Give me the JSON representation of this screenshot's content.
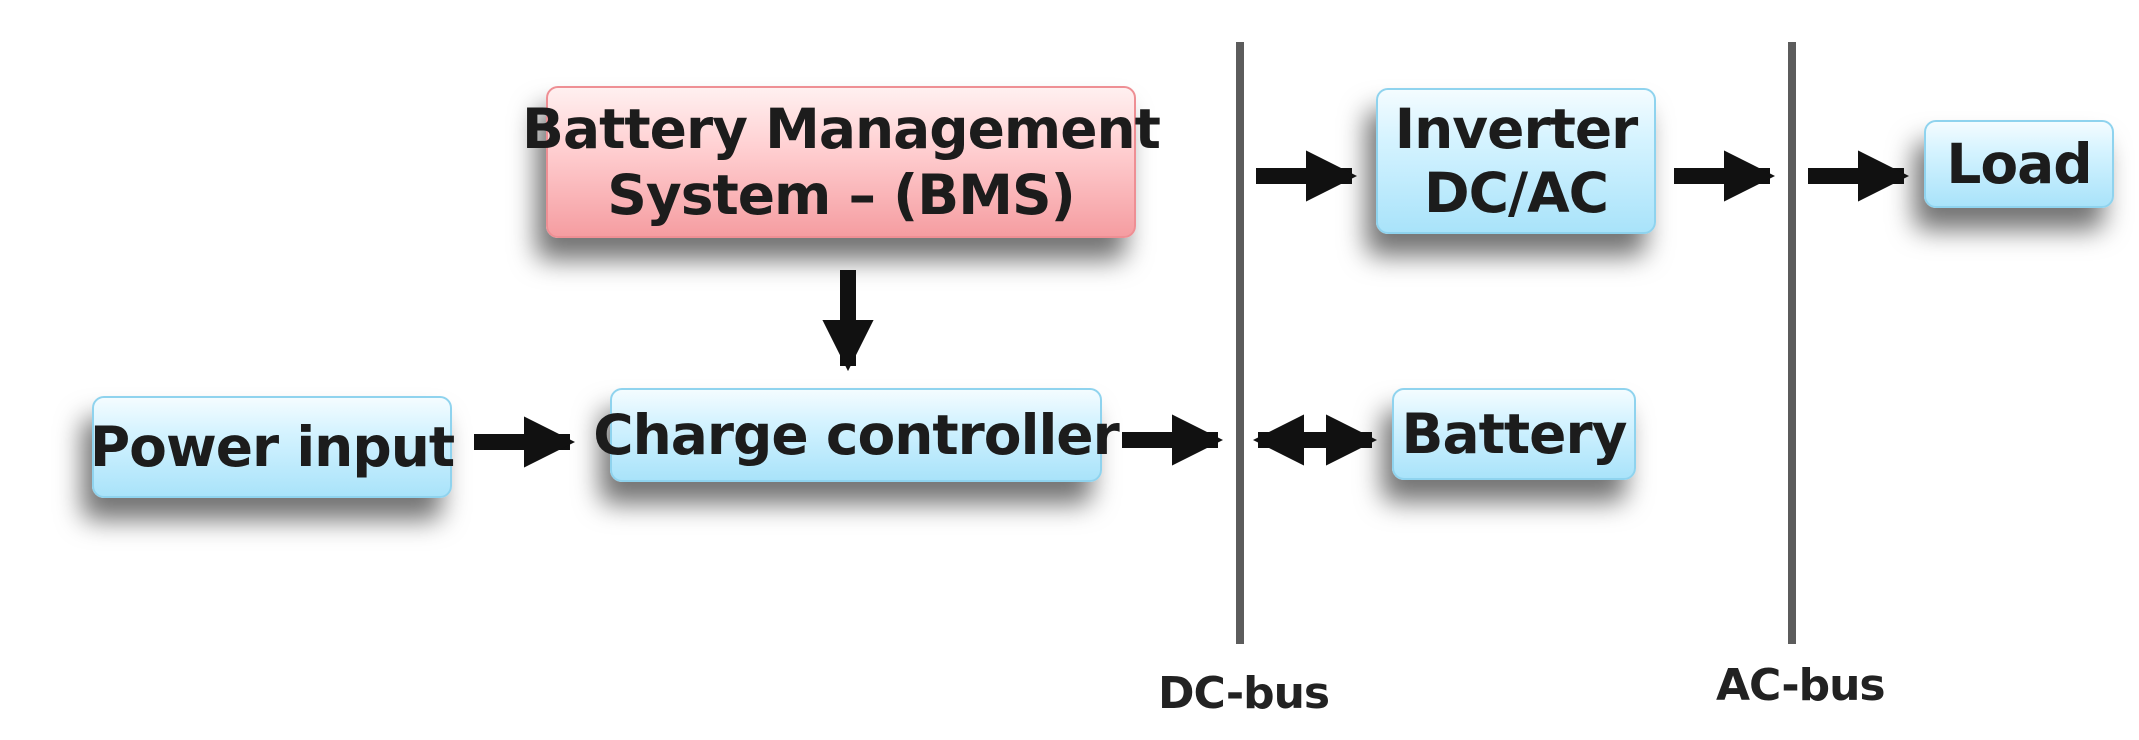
{
  "diagram": {
    "blocks": {
      "bms": {
        "line1": "Battery Management",
        "line2": "System – (BMS)",
        "color": "#f7b5b8"
      },
      "power_input": {
        "label": "Power input"
      },
      "charge_controller": {
        "label": "Charge controller"
      },
      "inverter": {
        "line1": "Inverter",
        "line2": "DC/AC"
      },
      "battery": {
        "label": "Battery"
      },
      "load": {
        "label": "Load"
      }
    },
    "buses": {
      "dc": {
        "label": "DC-bus"
      },
      "ac": {
        "label": "AC-bus"
      }
    },
    "connections": [
      {
        "from": "bms",
        "to": "charge_controller",
        "direction": "down"
      },
      {
        "from": "power_input",
        "to": "charge_controller",
        "direction": "right"
      },
      {
        "from": "charge_controller",
        "to": "dc_bus",
        "direction": "right"
      },
      {
        "from": "dc_bus",
        "to": "battery",
        "direction": "bidirectional"
      },
      {
        "from": "dc_bus",
        "to": "inverter",
        "direction": "right"
      },
      {
        "from": "inverter",
        "to": "ac_bus",
        "direction": "right"
      },
      {
        "from": "ac_bus",
        "to": "load",
        "direction": "right"
      }
    ],
    "colors": {
      "block_fill": "#a9e3fa",
      "block_border": "#8fd3ee",
      "bms_fill": "#f59da1",
      "bus": "#5c5c5c",
      "arrow": "#111111"
    }
  }
}
